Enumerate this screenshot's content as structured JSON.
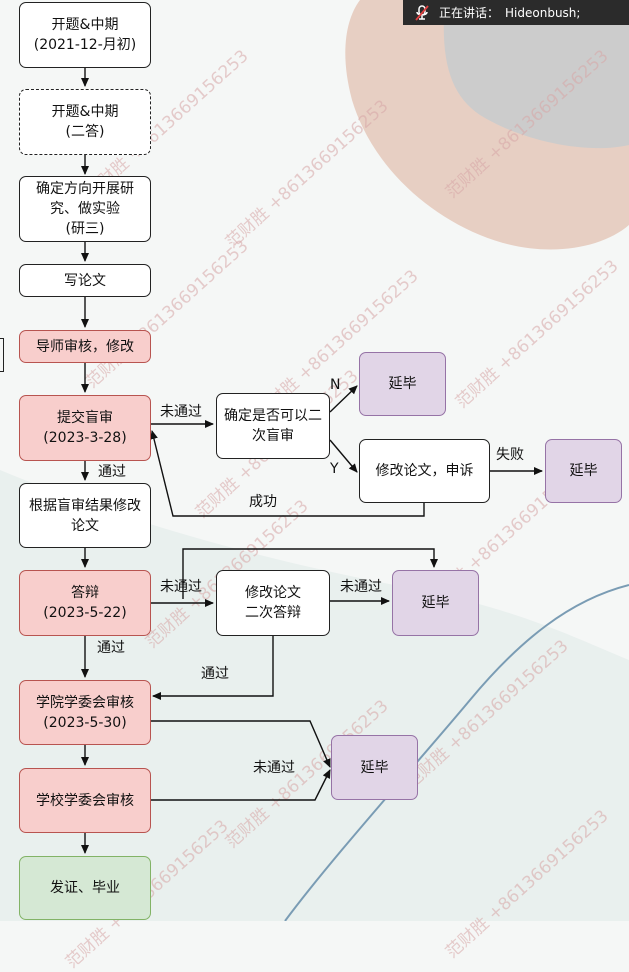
{
  "colors": {
    "blob_pink": "#e7cfc3",
    "blob_gray": "#cccccc",
    "wave_light": "#e6eeec",
    "curve_blue": "#7a9cb4"
  },
  "topbar": {
    "speaking_label": "正在讲话：",
    "speaker": "Hideonbush;",
    "icon": "muted-mic-icon"
  },
  "watermark": {
    "text": "范财胜 +8613669156253"
  },
  "nodes": {
    "n1": "开题&中期\n(2021-12-月初)",
    "n2": "开题&中期\n(二答)",
    "n3": "确定方向开展研\n究、做实验\n(研三)",
    "n4": "写论文",
    "n5": "导师审核，修改",
    "n6": "提交盲审\n(2023-3-28)",
    "n7": "根据盲审结果修改\n论文",
    "n8": "答辩\n(2023-5-22)",
    "n9": "学院学委会审核\n(2023-5-30)",
    "n10": "学校学委会审核",
    "n11": "发证、毕业",
    "d1": "确定是否可以二\n次盲审",
    "p1": "延毕",
    "m1": "修改论文，申诉",
    "p2": "延毕",
    "m2": "修改论文\n二次答辩",
    "p3": "延毕",
    "p4": "延毕"
  },
  "edges": {
    "fail1": "未通过",
    "n_label": "N",
    "y_label": "Y",
    "fail_appeal": "失败",
    "pass1": "通过",
    "success": "成功",
    "fail2": "未通过",
    "fail3": "未通过",
    "pass2": "通过",
    "pass3": "通过",
    "fail4": "未通过"
  }
}
